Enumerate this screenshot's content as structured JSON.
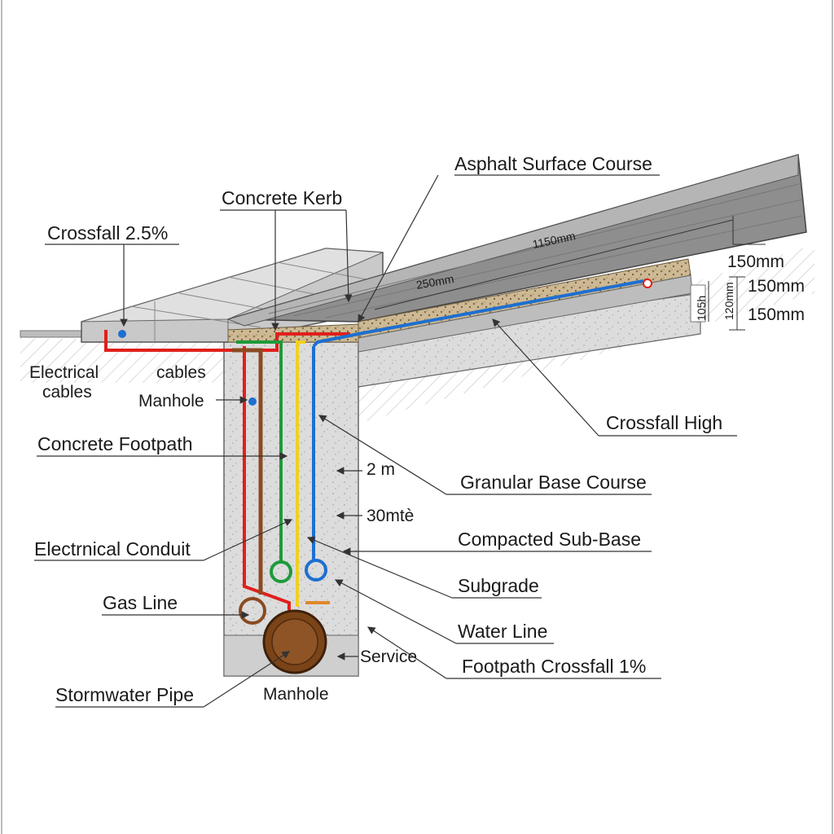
{
  "labels": {
    "asphalt_surface_course": "Asphalt Surface Course",
    "concrete_kerb": "Concrete Kerb",
    "crossfall_2_5": "Crossfall 2.5%",
    "electrical_cables_line1": "Electrical",
    "electrical_cables_line2": "cables",
    "cables": "cables",
    "manhole_upper": "Manhole",
    "concrete_footpath": "Concrete Footpath",
    "electrical_conduit": "Electrnical Conduit",
    "gas_line": "Gas Line",
    "stormwater_pipe": "Stormwater Pipe",
    "manhole_lower": "Manhole",
    "service": "Service",
    "crossfall_high": "Crossfall High",
    "granular_base_course": "Granular Base Course",
    "compacted_sub_base": "Compacted Sub-Base",
    "subgrade": "Subgrade",
    "water_line": "Water Line",
    "footpath_crossfall": "Footpath Crossfall 1%",
    "depth_2m": "2 m",
    "depth_30": "30mtè"
  },
  "dimensions": {
    "d_1150": "1150mm",
    "d_250": "250mm",
    "d_150_a": "150mm",
    "d_150_b": "150mm",
    "d_150_c": "150mm",
    "d_120": "120mm",
    "d_105": "105h"
  },
  "colors": {
    "electrical": "#e0201c",
    "gas": "#8b4a22",
    "conduit_green": "#1e9a3a",
    "water_yellow": "#f0d020",
    "water_blue": "#1e6fd0",
    "stormwater": "#7a4418",
    "concrete": "#d9d9d9",
    "asphalt": "#8c8c8c"
  }
}
